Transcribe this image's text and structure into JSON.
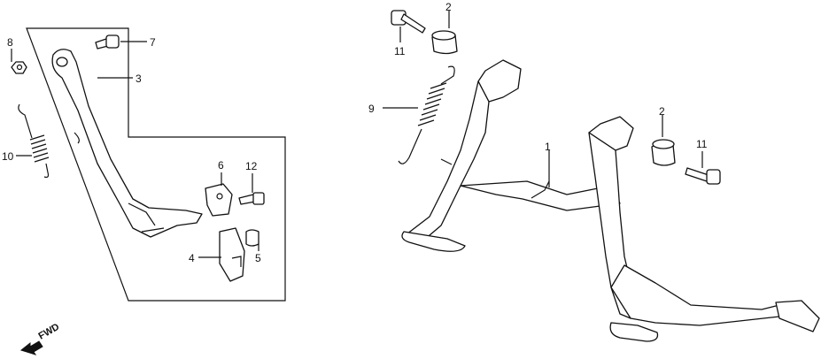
{
  "diagram": {
    "callouts": {
      "c1": "1",
      "c2a": "2",
      "c2b": "2",
      "c3": "3",
      "c4": "4",
      "c5": "5",
      "c6": "6",
      "c7": "7",
      "c8": "8",
      "c9": "9",
      "c10": "10",
      "c11a": "11",
      "c11b": "11",
      "c12": "12"
    },
    "direction_marker": "FWD"
  }
}
